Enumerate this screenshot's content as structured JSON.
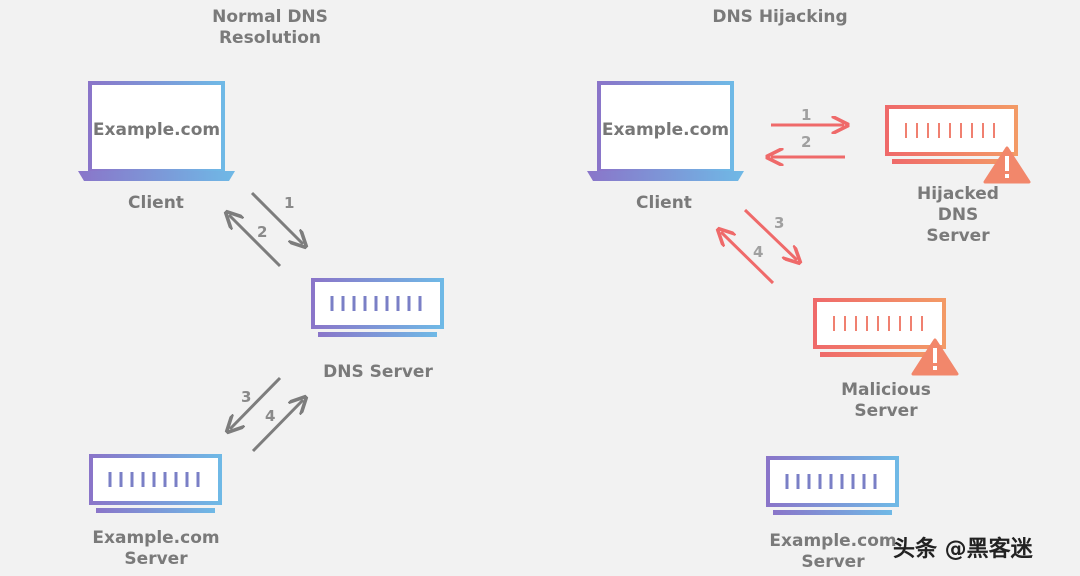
{
  "left": {
    "title": "Normal DNS\nResolution",
    "laptop_text": "Example.com",
    "client_label": "Client",
    "dns_label": "DNS Server",
    "server_label": "Example.com\nServer",
    "steps": [
      "1",
      "2",
      "3",
      "4"
    ]
  },
  "right": {
    "title": "DNS Hijacking",
    "laptop_text": "Example.com",
    "client_label": "Client",
    "hijacked_label": "Hijacked\nDNS\nServer",
    "malicious_label": "Malicious\nServer",
    "server_label": "Example.com\nServer",
    "steps": [
      "1",
      "2",
      "3",
      "4"
    ]
  },
  "watermark": "头条 @黑客迷",
  "colors": {
    "gradient_purple": "#8a75c9",
    "gradient_blue": "#6fb9e6",
    "gradient_orange": "#f39a66",
    "gradient_red": "#ef6a6a",
    "arrow_gray": "#7d7d7d",
    "text_gray": "#7a7a7a"
  }
}
